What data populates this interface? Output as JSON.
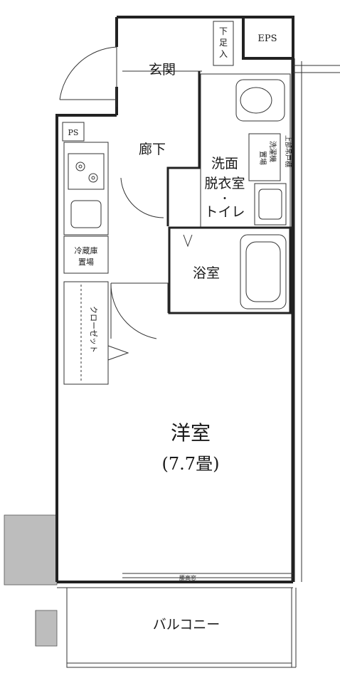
{
  "plan": {
    "rooms": {
      "genkan": "玄関",
      "rouka": "廊下",
      "senmen": "洗面",
      "datsui": "脱衣室",
      "toilet_dot": "・",
      "toilet": "トイレ",
      "yokushitsu": "浴室",
      "youshitsu": "洋室",
      "youshitsu_size": "(7.7畳)",
      "balcony": "バルコニー"
    },
    "fixtures": {
      "eps": "EPS",
      "ps": "PS",
      "shoe_box": [
        "下",
        "足",
        "入"
      ],
      "fridge_space": [
        "冷蔵庫",
        "置場"
      ],
      "closet": "クローゼット",
      "washer_space": [
        "洗濯機",
        "置場"
      ],
      "shelf_upper": "上部吊戸棚",
      "window_label": "腰高窓"
    }
  }
}
